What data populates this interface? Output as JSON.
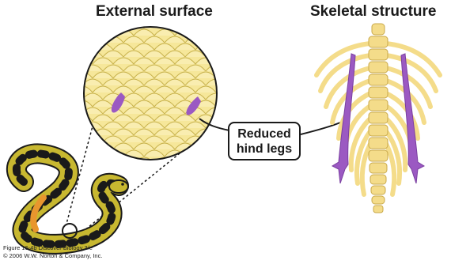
{
  "titles": {
    "external": "External surface",
    "skeletal": "Skeletal structure"
  },
  "callout": {
    "line1": "Reduced",
    "line2": "hind legs"
  },
  "credit": {
    "line1": "Figure 16-4b  Discover Biology 3/e",
    "line2": "© 2006 W.W. Norton & Company, Inc."
  },
  "colors": {
    "bone": "#F4DC8A",
    "bone_outline": "#C9A94A",
    "hind_leg": "#9B59C2",
    "scales_fill": "#F6E79A",
    "scales_outline": "#C8B24C",
    "snake_body": "#C8B830",
    "snake_spots": "#1a1a1a",
    "snake_belly": "#E8962E"
  }
}
